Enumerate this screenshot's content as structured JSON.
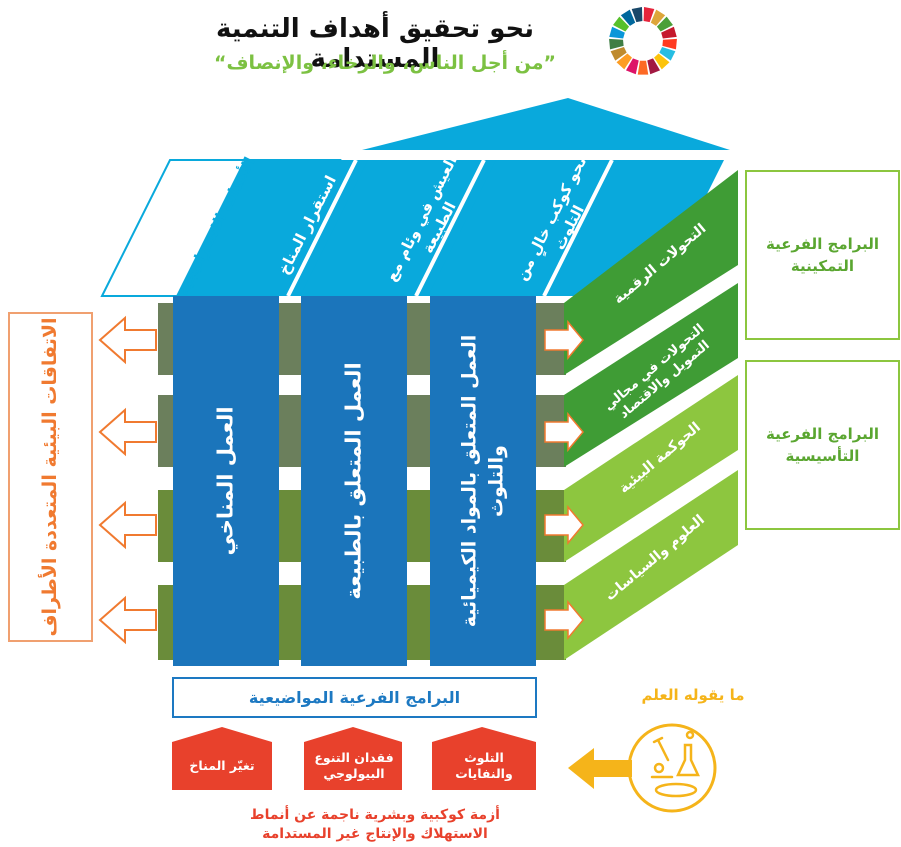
{
  "header": {
    "title": "نحو تحقيق أهداف التنمية المستدامة",
    "subtitle": "”من أجل الناس، والرخاء، والإنصاف“"
  },
  "sdg_wheel": {
    "colors": [
      "#e5243b",
      "#dda63a",
      "#4c9f38",
      "#c5192d",
      "#ff3a21",
      "#26bde2",
      "#fcc30b",
      "#a21942",
      "#fd6925",
      "#dd1367",
      "#fd9d24",
      "#bf8b2e",
      "#3f7e44",
      "#0a97d9",
      "#56c02b",
      "#00689d",
      "#19486a"
    ]
  },
  "strategic_objectives": {
    "label": "الأهداف الاستراتيجية",
    "items": [
      "استقرار المناخ",
      "العيش في وئام مع الطبيعة",
      "نحو كوكب خالٍ من التلوث"
    ]
  },
  "thematic_columns": [
    "العمل المناخي",
    "العمل المتعلق بالطبيعة",
    "العمل المتعلق بالمواد الكيميائية والتلوث"
  ],
  "right_panels": [
    "التحولات الرقمية",
    "التحولات في مجالي التمويل والاقتصاد",
    "الحوكمة البيئية",
    "العلوم والسياسات"
  ],
  "side_groups": {
    "enabling": "البرامج الفرعية التمكينية",
    "foundational": "البرامج الفرعية التأسيسية"
  },
  "mea_label": "الاتفاقات البيئية المتعددة الأطراف",
  "thematic_label": "البرامج الفرعية المواضيعية",
  "science_label": "ما يقوله العلم",
  "crises": [
    "التلوث والنفايات",
    "فقدان التنوع البيولوجي",
    "تغيّر المناخ"
  ],
  "crisis_caption": "أزمة كوكبية وبشرية ناجمة عن أنماط الاستهلاك والإنتاج غير المستدامة",
  "colors": {
    "blue_dark": "#1b75bb",
    "blue_light": "#09a9dc",
    "green_dark": "#3f9c35",
    "green_light": "#8dc63f",
    "olive_dark": "#6b7f5c",
    "olive_green": "#6a8c3a",
    "orange": "#f07a30",
    "red": "#e8412c",
    "yellow": "#f5b41a"
  }
}
